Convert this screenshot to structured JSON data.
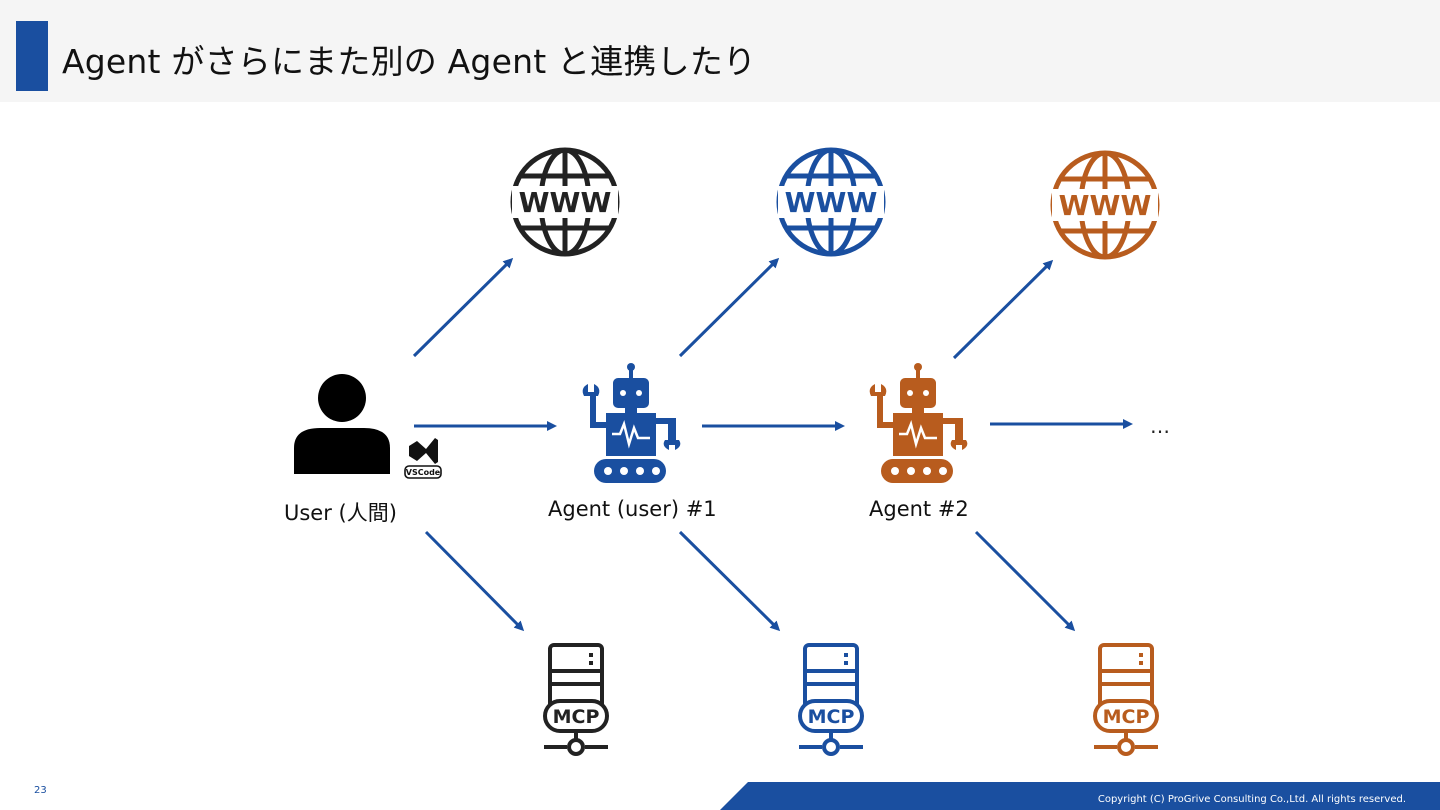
{
  "slide": {
    "title": "Agent がさらにまた別の Agent と連携したり",
    "page_number": "23",
    "copyright": "Copyright (C) ProGrive Consulting Co.,Ltd. All rights reserved."
  },
  "nodes": {
    "user_label": "User (人間)",
    "agent1_label": "Agent (user) #1",
    "agent2_label": "Agent #2",
    "ellipsis": "…",
    "vscode_badge": "VSCode",
    "www_text": "WWW",
    "mcp_text": "MCP"
  },
  "colors": {
    "accent": "#1a4fa0",
    "user": "#111111",
    "agent1": "#1a4fa0",
    "agent2": "#b85c1e",
    "arrow": "#1a4fa0"
  },
  "icons": [
    "person-icon",
    "vscode-icon",
    "robot-icon",
    "globe-icon",
    "mcp-server-icon"
  ]
}
